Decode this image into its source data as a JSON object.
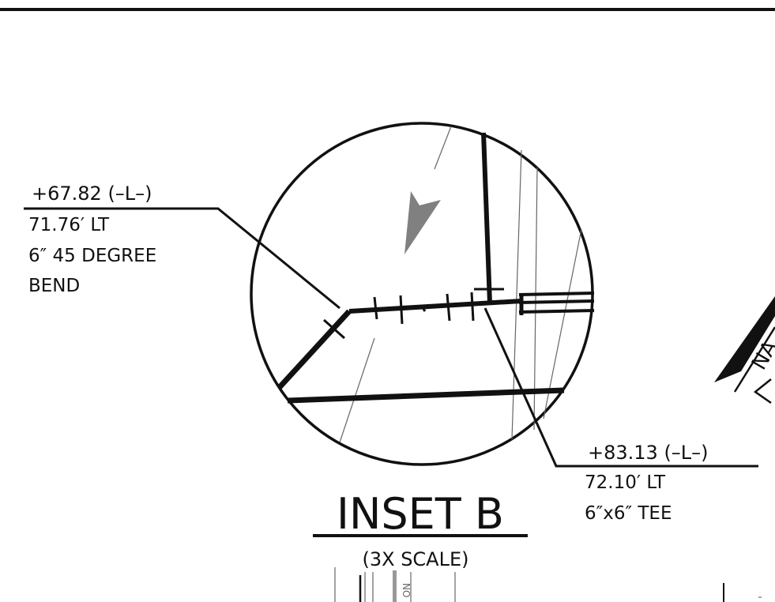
{
  "callout_left": {
    "station": "+67.82  (–L–)",
    "offset": "71.76′ LT",
    "fitting_line1": "6″ 45  DEGREE",
    "fitting_line2": "BEND"
  },
  "callout_right": {
    "station": "+83.13  (–L–)",
    "offset": "72.10′ LT",
    "fitting": "6″x6″  TEE"
  },
  "inset": {
    "title": "INSET  B",
    "scale": "(3X  SCALE)"
  },
  "fragments": {
    "north_arrow_text": "NA",
    "clipped_text": "NO"
  },
  "colors": {
    "ink": "#111111",
    "north_arrow_fill": "#808080"
  }
}
